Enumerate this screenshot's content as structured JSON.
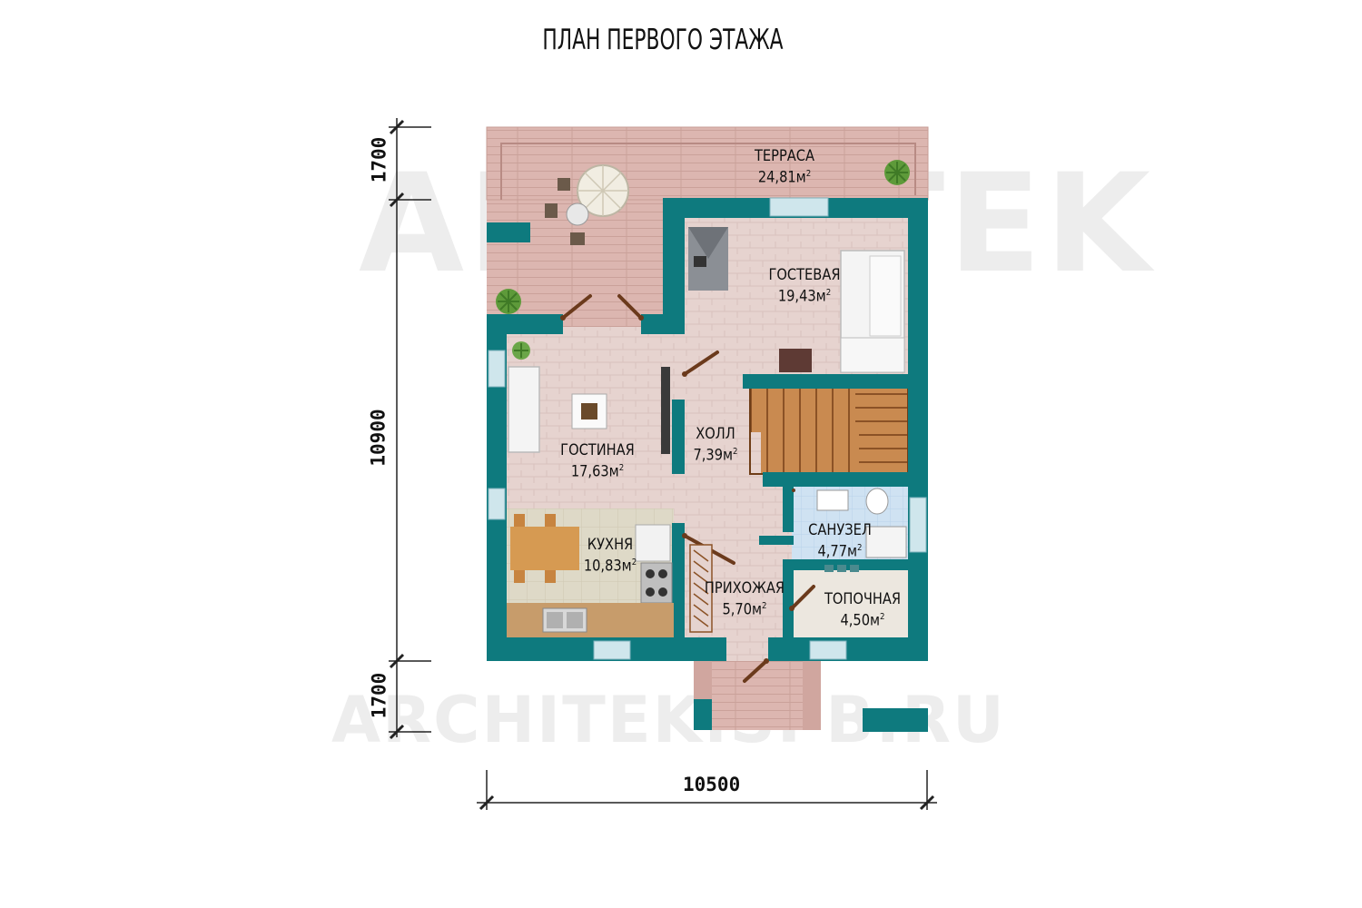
{
  "title": "ПЛАН ПЕРВОГО ЭТАЖА",
  "watermark": {
    "brand": "ARCHITEK",
    "url": "ARCHITEK.SPB.RU"
  },
  "dimensions": {
    "left_top": "1700",
    "left_middle": "10900",
    "left_bottom": "1700",
    "bottom": "10500"
  },
  "rooms": {
    "terrace": {
      "name": "ТЕРРАСА",
      "area": "24,81м",
      "unit_sup": "2"
    },
    "guest": {
      "name": "ГОСТЕВАЯ",
      "area": "19,43м",
      "unit_sup": "2"
    },
    "living": {
      "name": "ГОСТИНАЯ",
      "area": "17,63м",
      "unit_sup": "2"
    },
    "hall": {
      "name": "ХОЛЛ",
      "area": "7,39м",
      "unit_sup": "2"
    },
    "kitchen": {
      "name": "КУХНЯ",
      "area": "10,83м",
      "unit_sup": "2"
    },
    "bathroom": {
      "name": "САНУЗЕЛ",
      "area": "4,77м",
      "unit_sup": "2"
    },
    "hallway": {
      "name": "ПРИХОЖАЯ",
      "area": "5,70м",
      "unit_sup": "2"
    },
    "boiler": {
      "name": "ТОПОЧНАЯ",
      "area": "4,50м",
      "unit_sup": "2"
    }
  },
  "colors": {
    "wall": "#0e7a7e",
    "floor_tile": "#e6d3cf",
    "terrace_deck": "#dcb6b0",
    "kitchen_floor": "#ded9c7",
    "bathroom_floor": "#cfe2f2",
    "boiler_floor": "#ece7df",
    "stairs": "#c47f45",
    "window": "#cfe6ec"
  }
}
